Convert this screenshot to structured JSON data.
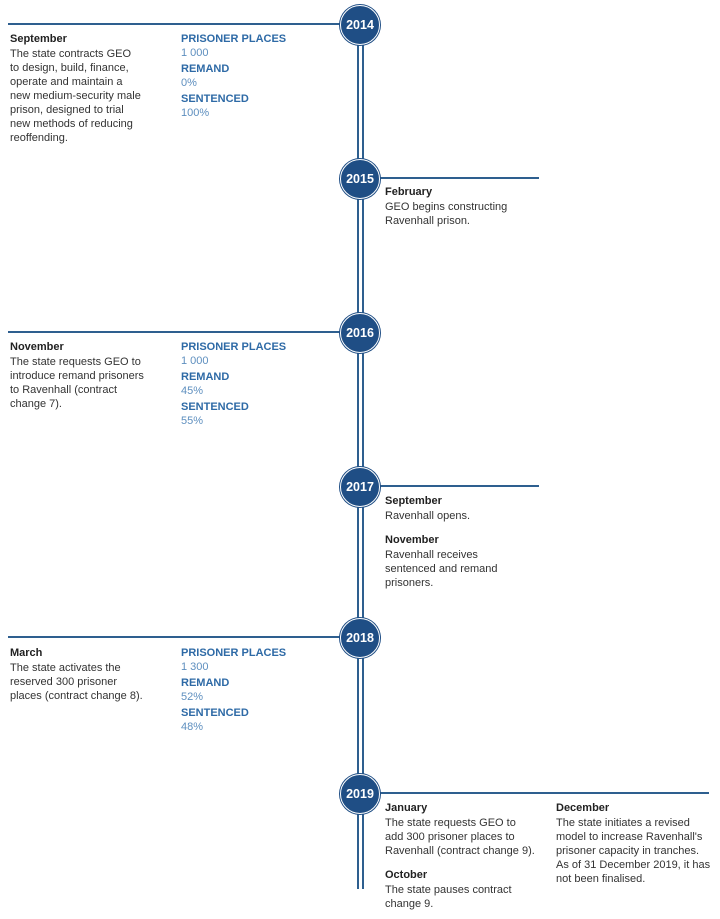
{
  "years": [
    {
      "year": "2014",
      "events": [
        {
          "month": "September",
          "text": "The state contracts GEO\nto design, build, finance,\noperate and maintain a\nnew medium-security male\nprison, designed to trial\nnew methods of reducing\nreoffending."
        }
      ],
      "stats": {
        "places_label": "PRISONER PLACES",
        "places": "1 000",
        "remand_label": "REMAND",
        "remand": "0%",
        "sentenced_label": "SENTENCED",
        "sentenced": "100%"
      }
    },
    {
      "year": "2015",
      "events": [
        {
          "month": "February",
          "text": "GEO begins constructing\nRavenhall prison."
        }
      ]
    },
    {
      "year": "2016",
      "events": [
        {
          "month": "November",
          "text": "The state requests GEO to\nintroduce remand prisoners\nto Ravenhall (contract\nchange 7)."
        }
      ],
      "stats": {
        "places_label": "PRISONER PLACES",
        "places": "1 000",
        "remand_label": "REMAND",
        "remand": "45%",
        "sentenced_label": "SENTENCED",
        "sentenced": "55%"
      }
    },
    {
      "year": "2017",
      "events": [
        {
          "month": "September",
          "text": "Ravenhall opens."
        },
        {
          "month": "November",
          "text": "Ravenhall receives\nsentenced and remand\nprisoners."
        }
      ]
    },
    {
      "year": "2018",
      "events": [
        {
          "month": "March",
          "text": "The state activates the\nreserved 300 prisoner\nplaces (contract change 8)."
        }
      ],
      "stats": {
        "places_label": "PRISONER PLACES",
        "places": "1 300",
        "remand_label": "REMAND",
        "remand": "52%",
        "sentenced_label": "SENTENCED",
        "sentenced": "48%"
      }
    },
    {
      "year": "2019",
      "events": [
        {
          "month": "January",
          "text": "The state requests GEO to\nadd 300 prisoner places to\nRavenhall (contract change 9)."
        },
        {
          "month": "October",
          "text": "The state pauses contract\nchange 9."
        },
        {
          "month": "December",
          "text": "The state initiates a revised\nmodel to increase Ravenhall's\nprisoner capacity in tranches.\nAs of 31 December 2019, it has\nnot been finalised."
        }
      ]
    }
  ]
}
